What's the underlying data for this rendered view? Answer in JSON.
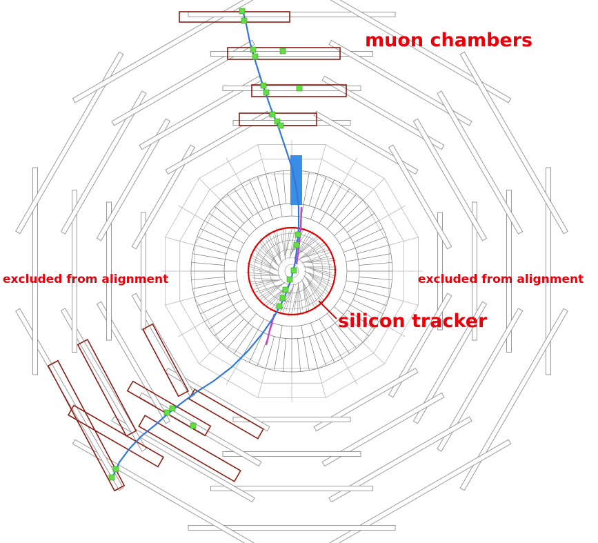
{
  "labels": {
    "muon_chambers": "muon chambers",
    "excluded_left": "excluded from alignment",
    "excluded_right": "excluded from alignment",
    "silicon_tracker": "silicon tracker"
  },
  "colors": {
    "chamber_outline": "#999999",
    "highlight_outline": "#8b1a10",
    "hit": "#66dd44",
    "track": "#2f78d8",
    "tracker_ring": "#dd0000",
    "label": "#e8000b",
    "calorimeter": "#3a8ee8",
    "secondary_track": "#cc44cc"
  }
}
